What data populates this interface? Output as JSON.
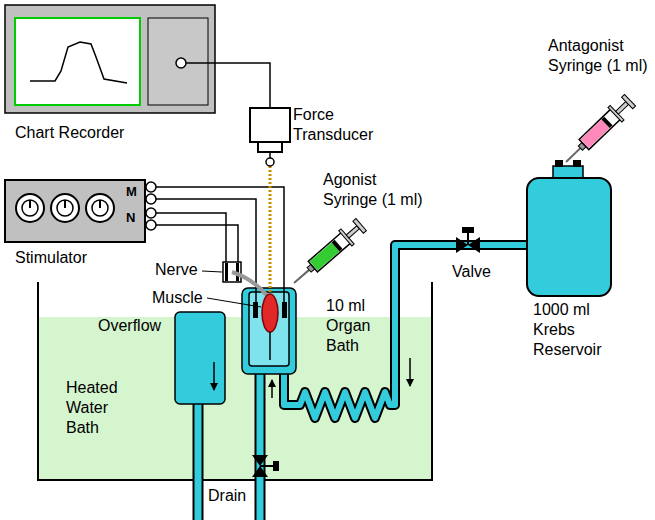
{
  "diagram": {
    "nodes": [
      {
        "text": [
          "Chart Recorder"
        ]
      },
      {
        "text": [
          "Force Transducer"
        ]
      },
      {
        "text": [
          "Stimulator",
          "M",
          "N"
        ]
      }
    ],
    "edges": [
      {
        "from": 0,
        "to": 1,
        "arrow": "none"
      }
    ],
    "labels": [
      "Antagonist Syringe (1 ml)",
      "Agonist Syringe (1 ml)",
      "Nerve",
      "Muscle",
      "10 ml Organ Bath",
      "Valve",
      "1000 ml Krebs Reservoir",
      "Overflow",
      "Heated Water Bath",
      "Drain"
    ]
  }
}
